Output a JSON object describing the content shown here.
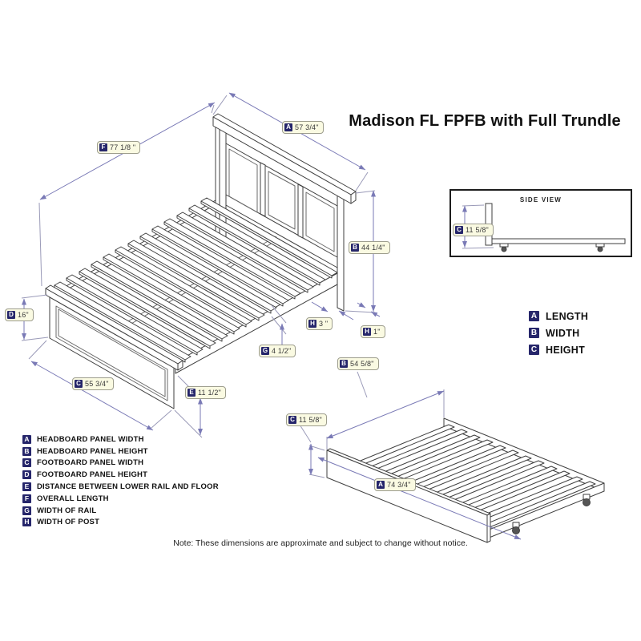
{
  "title": "Madison FL FPFB with Full Trundle",
  "note": "Note: These dimensions are approximate and subject to change without notice.",
  "side_view": {
    "title": "SIDE VIEW",
    "dim": {
      "letter": "C",
      "value": "11 5/8\""
    }
  },
  "measure_key": {
    "items": [
      {
        "letter": "A",
        "label": "LENGTH"
      },
      {
        "letter": "B",
        "label": "WIDTH"
      },
      {
        "letter": "C",
        "label": "HEIGHT"
      }
    ]
  },
  "legend": {
    "items": [
      {
        "letter": "A",
        "label": "HEADBOARD PANEL WIDTH"
      },
      {
        "letter": "B",
        "label": "HEADBOARD PANEL HEIGHT"
      },
      {
        "letter": "C",
        "label": "FOOTBOARD PANEL WIDTH"
      },
      {
        "letter": "D",
        "label": "FOOTBOARD PANEL HEIGHT"
      },
      {
        "letter": "E",
        "label": "DISTANCE BETWEEN LOWER RAIL AND FLOOR"
      },
      {
        "letter": "F",
        "label": "OVERALL LENGTH"
      },
      {
        "letter": "G",
        "label": "WIDTH OF RAIL"
      },
      {
        "letter": "H",
        "label": "WIDTH OF POST"
      }
    ]
  },
  "bed_dims": {
    "A": {
      "letter": "A",
      "value": "57 3/4\""
    },
    "B": {
      "letter": "B",
      "value": "44 1/4\""
    },
    "C": {
      "letter": "C",
      "value": "55 3/4\""
    },
    "D": {
      "letter": "D",
      "value": "16\""
    },
    "E": {
      "letter": "E",
      "value": "11 1/2\""
    },
    "F": {
      "letter": "F",
      "value": "77 1/8 \""
    },
    "G": {
      "letter": "G",
      "value": "4 1/2\""
    },
    "H3": {
      "letter": "H",
      "value": "3 \""
    },
    "H1": {
      "letter": "H",
      "value": "1\""
    }
  },
  "trundle_dims": {
    "B": {
      "letter": "B",
      "value": "54 5/8\""
    },
    "C": {
      "letter": "C",
      "value": "11 5/8\""
    },
    "A": {
      "letter": "A",
      "value": "74 3/4\""
    }
  },
  "colors": {
    "dimension_line": "#7a7ab6",
    "letter_chip": "#26266b",
    "label_background": "#fafae2",
    "drawing_line": "#3f3f3f"
  }
}
